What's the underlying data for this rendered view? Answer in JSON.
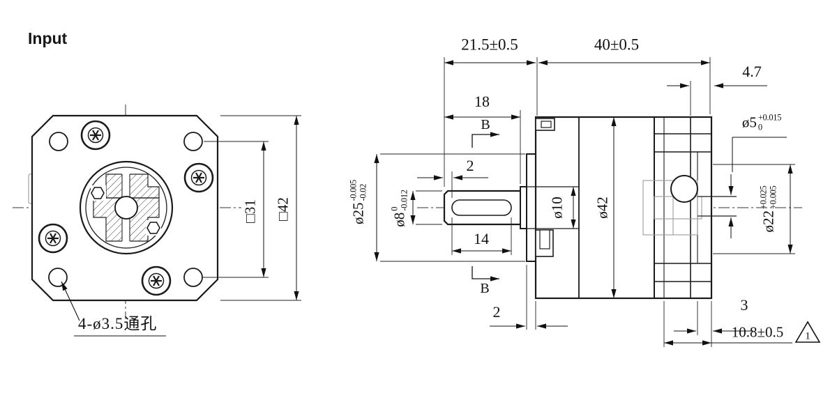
{
  "page": {
    "title": "Input"
  },
  "front_view": {
    "callout_holes": "4-ø3.5通孔",
    "dim_bolt_square": "□31",
    "dim_flange_square": "□42"
  },
  "side_view": {
    "dim_shaft_total": "21.5±0.5",
    "dim_body_length": "40±0.5",
    "dim_rear_inset": "4.7",
    "dim_shaft_length": "18",
    "dim_key_start": "2",
    "dim_key_length": "14",
    "dim_pilot_thickness": "2",
    "dim_rear_step": "3",
    "dim_rear_depth": "10.8±0.5",
    "section_label_top": "B",
    "section_label_bottom": "B",
    "revision_mark": "1",
    "dim_shaft_dia": {
      "base": "ø8",
      "upper": "0",
      "lower": "-0.012"
    },
    "dim_pilot_dia": {
      "base": "ø25",
      "upper": "-0.005",
      "lower": "-0.02"
    },
    "dim_boss_dia": "ø10",
    "dim_body_dia": "ø42",
    "dim_input_bore": {
      "base": "ø5",
      "upper": "+0.015",
      "lower": "0"
    },
    "dim_rear_recess": {
      "base": "ø22",
      "upper": "+0.025",
      "lower": "+0.005"
    }
  }
}
